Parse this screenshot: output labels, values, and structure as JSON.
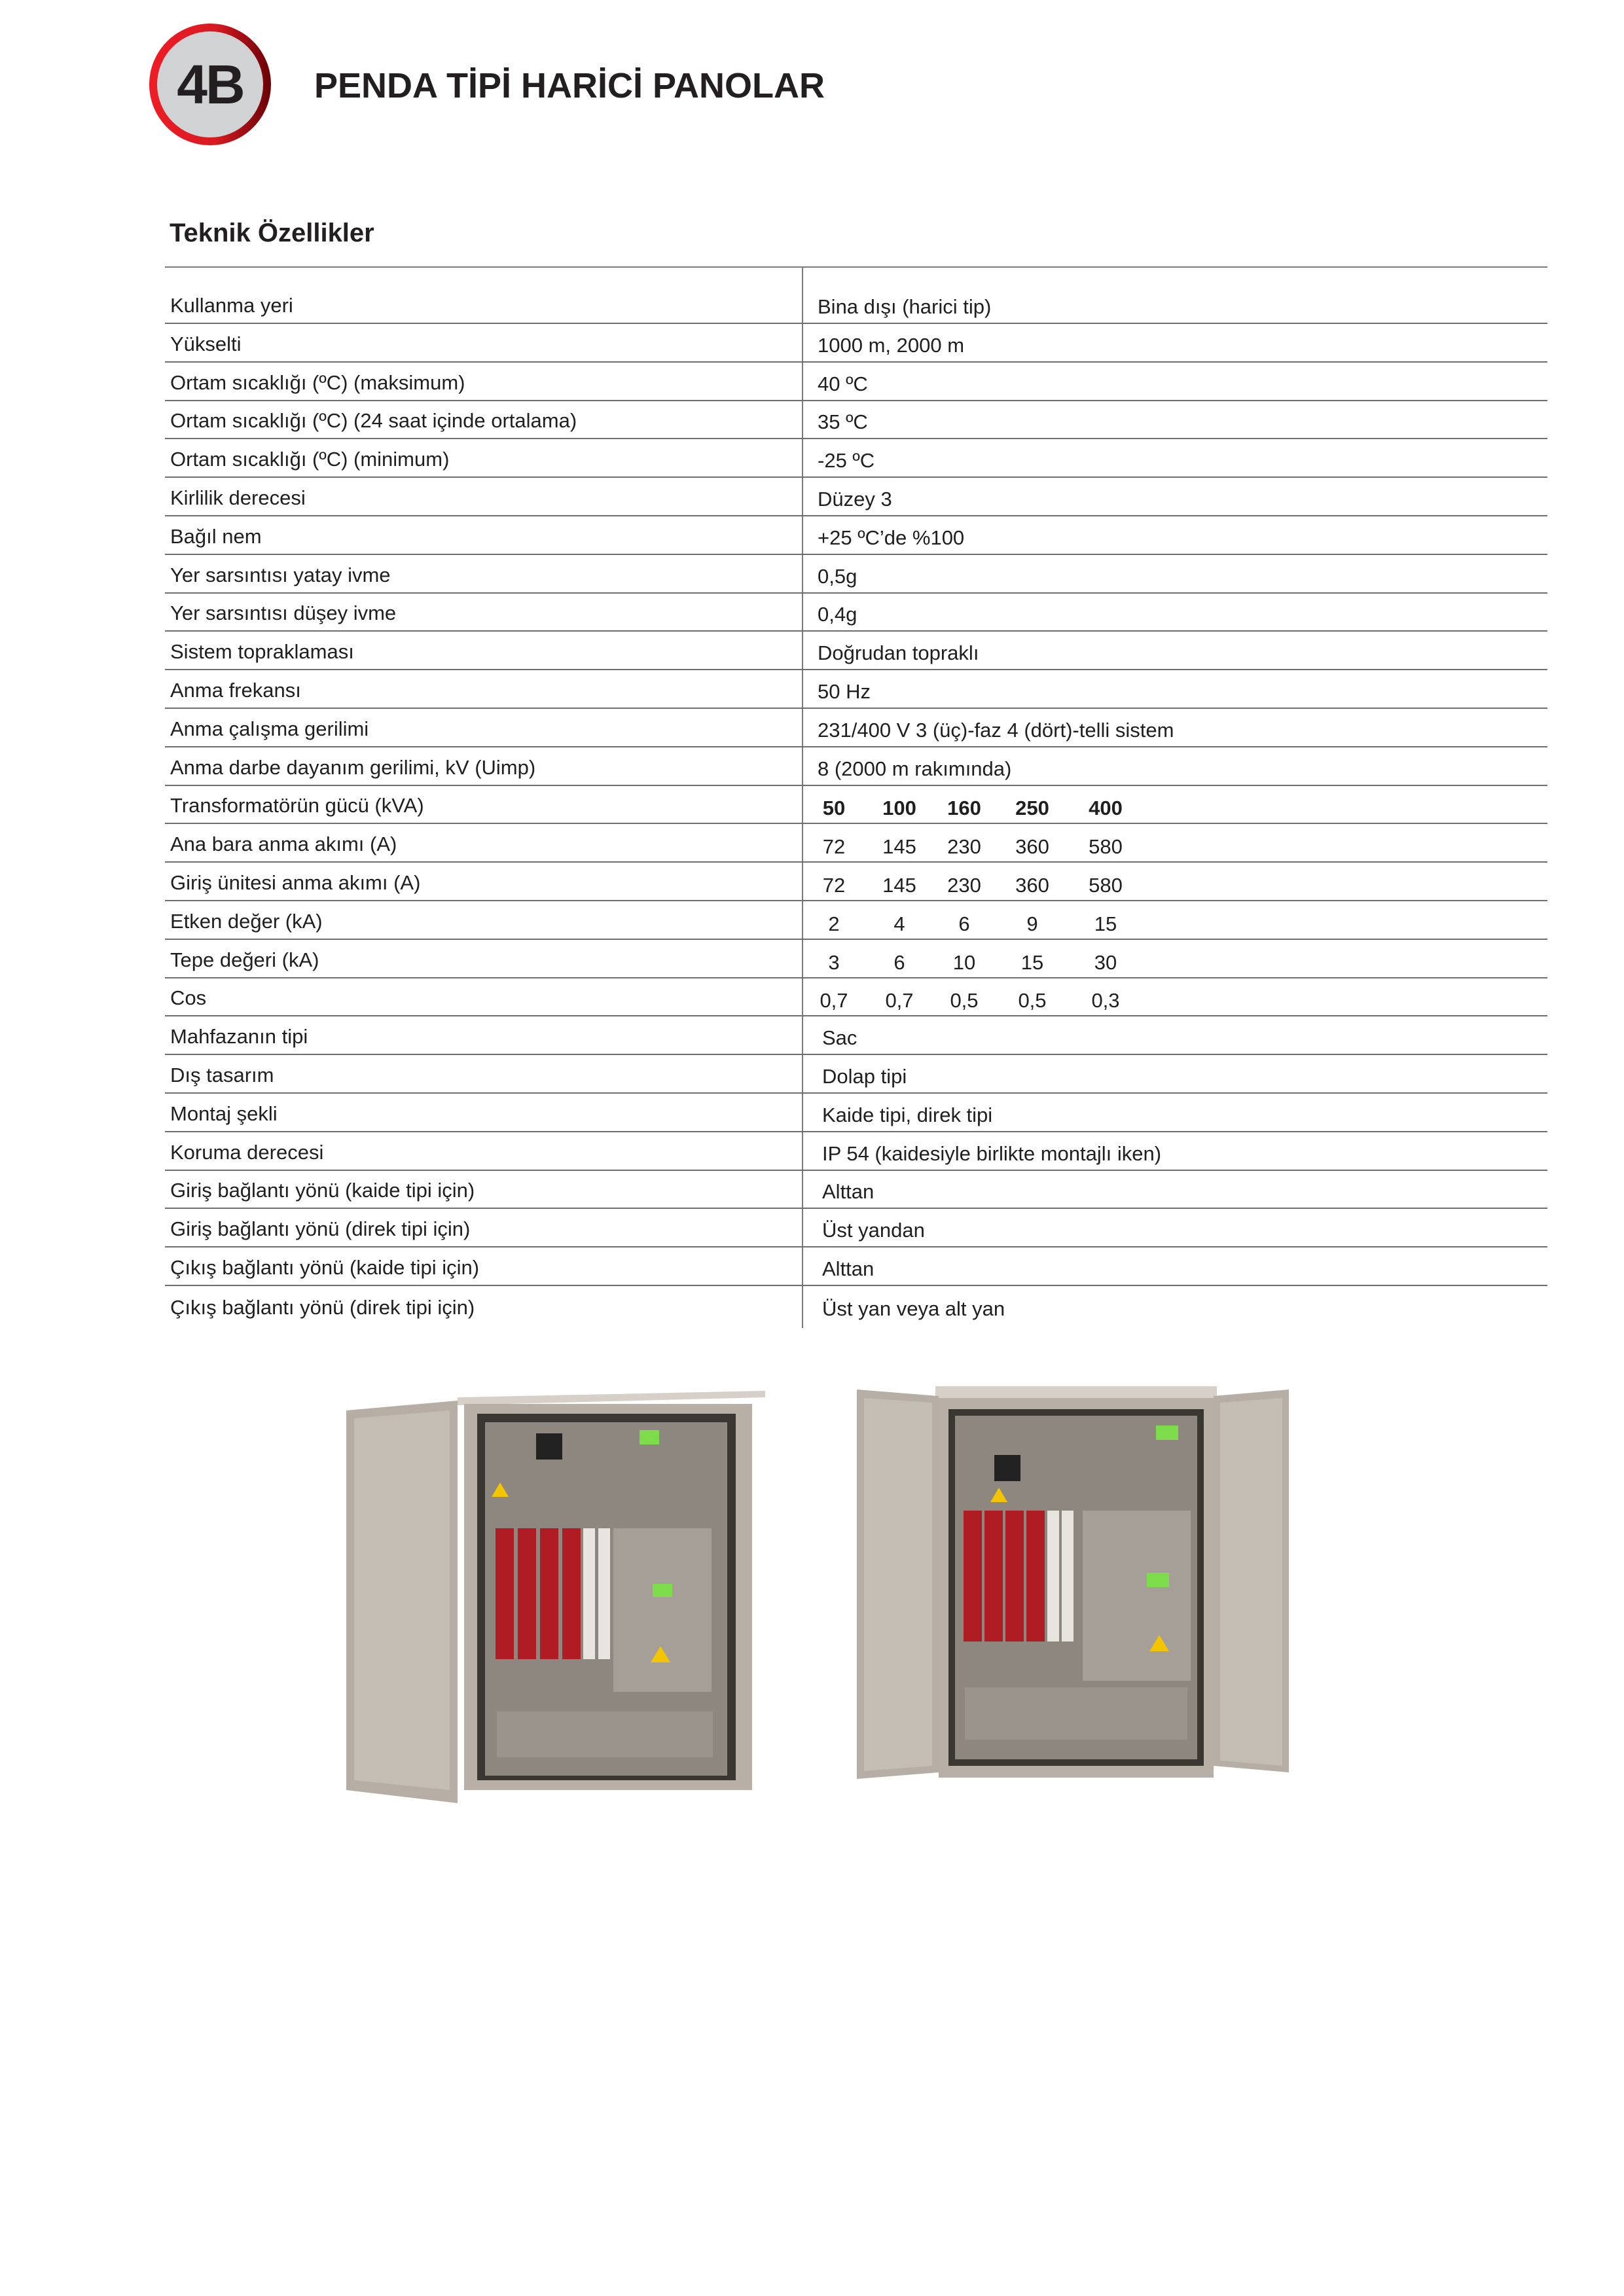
{
  "header": {
    "badge": "4B",
    "title": "PENDA TİPİ HARİCİ PANOLAR"
  },
  "section_title": "Teknik Özellikler",
  "rows": [
    {
      "label": "Kullanma yeri",
      "value": "Bina dışı (harici tip)"
    },
    {
      "label": "Yükselti",
      "value": "1000 m, 2000 m"
    },
    {
      "label": "Ortam sıcaklığı (ºC) (maksimum)",
      "value": "40 ºC"
    },
    {
      "label": "Ortam sıcaklığı (ºC) (24 saat içinde ortalama)",
      "value": "35 ºC"
    },
    {
      "label": "Ortam sıcaklığı (ºC) (minimum)",
      "value": "-25 ºC"
    },
    {
      "label": "Kirlilik derecesi",
      "value": "Düzey 3"
    },
    {
      "label": "Bağıl nem",
      "value": "+25 ºC’de %100"
    },
    {
      "label": "Yer sarsıntısı yatay ivme",
      "value": "0,5g"
    },
    {
      "label": "Yer sarsıntısı düşey ivme",
      "value": "0,4g"
    },
    {
      "label": "Sistem topraklaması",
      "value": "Doğrudan topraklı"
    },
    {
      "label": "Anma frekansı",
      "value": "50 Hz"
    },
    {
      "label": "Anma çalışma gerilimi",
      "value": "231/400 V 3 (üç)-faz 4 (dört)-telli sistem"
    },
    {
      "label": "Anma darbe dayanım gerilimi, kV (Uimp)",
      "value": "8 (2000 m rakımında)"
    },
    {
      "label": "Transformatörün gücü (kVA)",
      "values": [
        "50",
        "100",
        "160",
        "250",
        "400"
      ],
      "bold": true
    },
    {
      "label": "Ana bara anma akımı (A)",
      "values": [
        "72",
        "145",
        "230",
        "360",
        "580"
      ]
    },
    {
      "label": "Giriş ünitesi anma akımı (A)",
      "values": [
        "72",
        "145",
        "230",
        "360",
        "580"
      ]
    },
    {
      "label": "Etken değer (kA)",
      "values": [
        "2",
        "4",
        "6",
        "9",
        "15"
      ]
    },
    {
      "label": "Tepe değeri (kA)",
      "values": [
        "3",
        "6",
        "10",
        "15",
        "30"
      ]
    },
    {
      "label": "Cos",
      "values": [
        "0,7",
        "0,7",
        "0,5",
        "0,5",
        "0,3"
      ]
    },
    {
      "label": "Mahfazanın tipi",
      "value": "Sac"
    },
    {
      "label": "Dış tasarım",
      "value": "Dolap tipi"
    },
    {
      "label": "Montaj şekli",
      "value": "Kaide tipi, direk tipi"
    },
    {
      "label": "Koruma derecesi",
      "value": "IP 54 (kaidesiyle birlikte montajlı iken)"
    },
    {
      "label": "Giriş bağlantı yönü (kaide tipi için)",
      "value": "Alttan"
    },
    {
      "label": "Giriş bağlantı yönü (direk tipi için)",
      "value": "Üst yandan"
    },
    {
      "label": "Çıkış bağlantı yönü (kaide tipi için)",
      "value": "Alttan"
    },
    {
      "label": "Çıkış bağlantı yönü (direk tipi için)",
      "value": "Üst yan veya alt yan"
    }
  ],
  "colors": {
    "badge_red": "#ee1c25",
    "badge_dark": "#6a0006",
    "badge_fill": "#d1d2d4",
    "cabinet": "#bdb5ab"
  }
}
